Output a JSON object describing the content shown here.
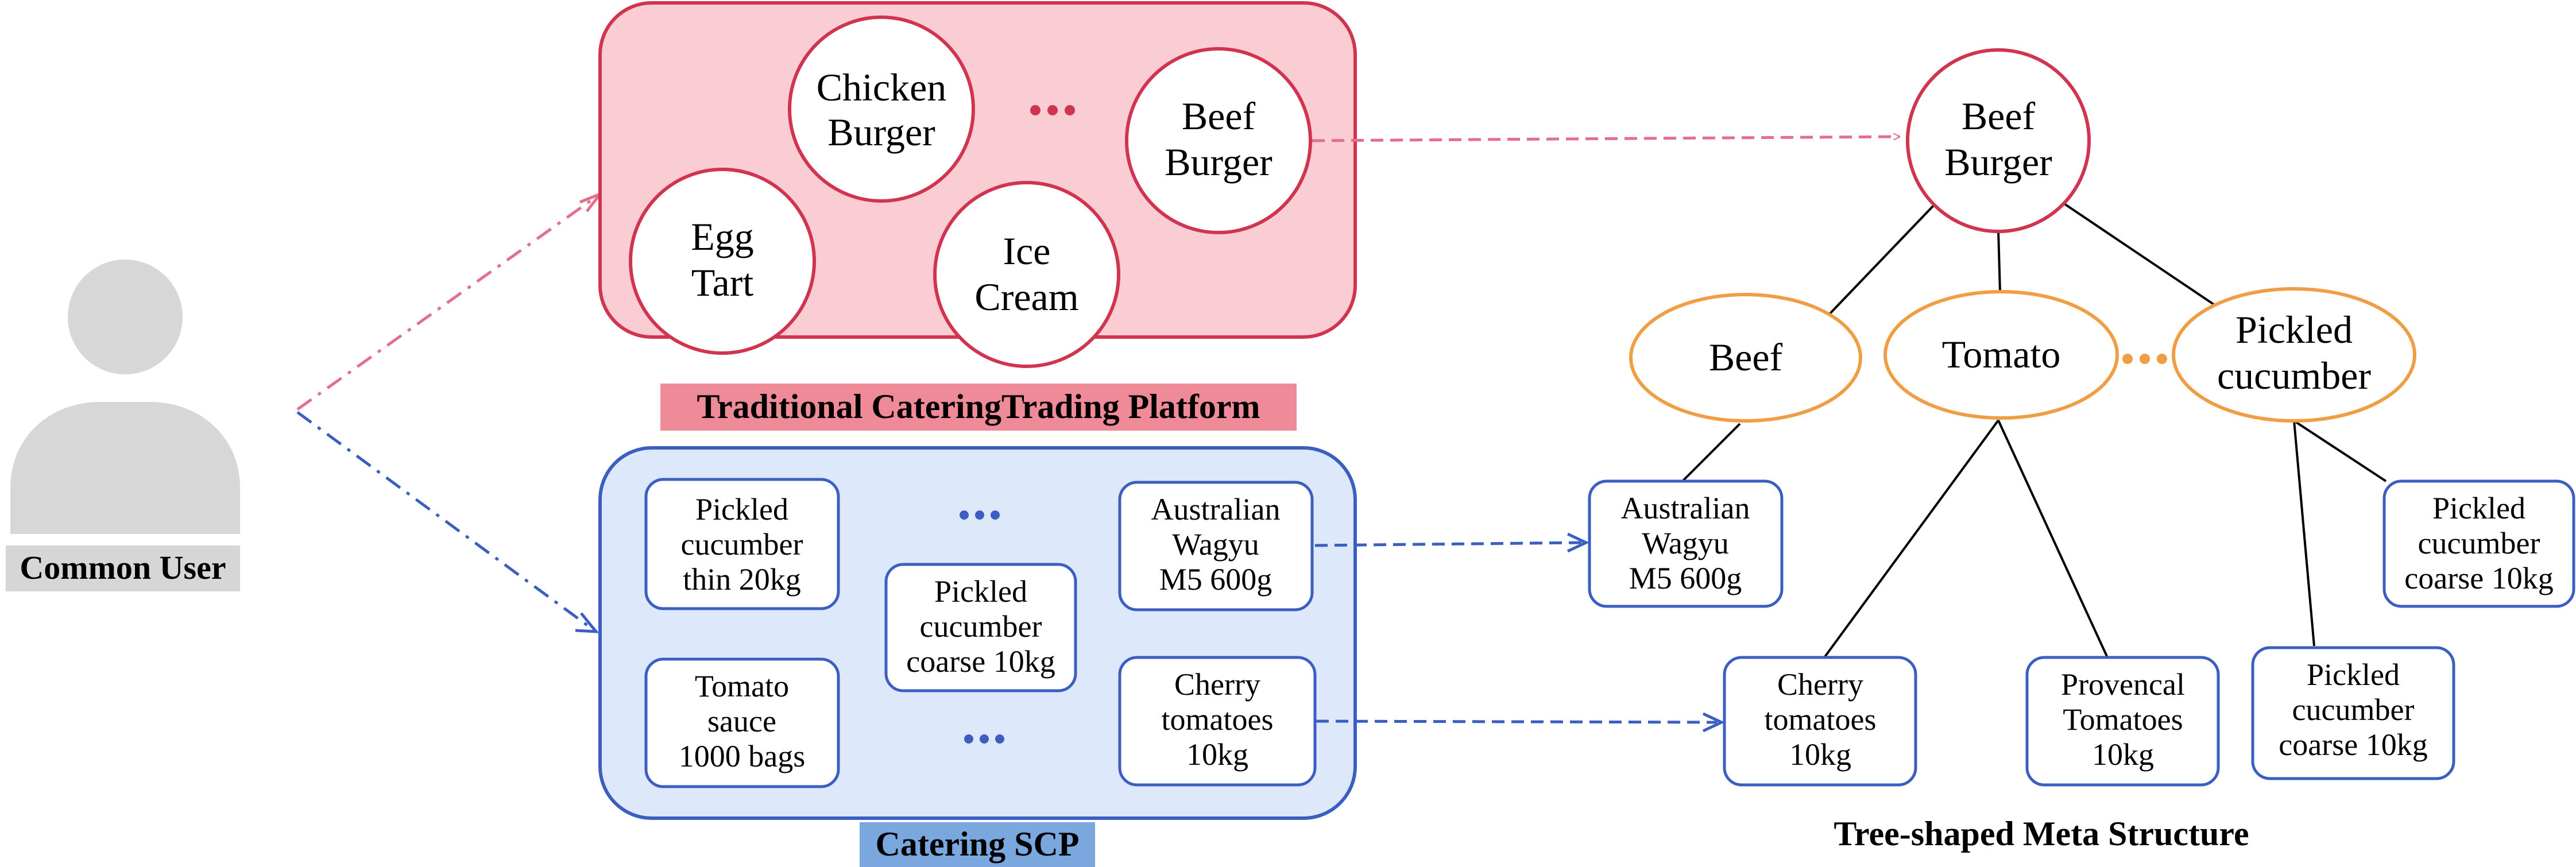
{
  "colors": {
    "red": "#d0344f",
    "red_light": "#e36f8c",
    "red_fill": "#f9cdd3",
    "red_label_bg": "#ef8b99",
    "blue": "#3b5fc0",
    "blue_fill": "#dde9fa",
    "blue_label_bg": "#7ba7df",
    "orange": "#ef9e45",
    "gray_user": "#d7d7d7",
    "gray_label_bg": "#d6d6d6",
    "black": "#000000"
  },
  "user": {
    "icon": "person-icon",
    "label": "Common User"
  },
  "platform": {
    "label": "Traditional CateringTrading Platform",
    "items": {
      "chicken_burger": [
        "Chicken",
        "Burger"
      ],
      "beef_burger": [
        "Beef",
        "Burger"
      ],
      "egg_tart": [
        "Egg",
        "Tart"
      ],
      "ice_cream": [
        "Ice",
        "Cream"
      ]
    },
    "ellipsis": "…"
  },
  "scp": {
    "label": "Catering SCP",
    "items": {
      "pickled_thin": [
        "Pickled",
        "cucumber",
        "thin 20kg"
      ],
      "pickled_coarse": [
        "Pickled",
        "cucumber",
        "coarse 10kg"
      ],
      "wagyu": [
        "Australian",
        "Wagyu",
        "M5 600g"
      ],
      "tomato_sauce": [
        "Tomato",
        "sauce",
        "1000 bags"
      ],
      "cherry": [
        "Cherry",
        "tomatoes",
        "10kg"
      ]
    }
  },
  "tree": {
    "label": "Tree-shaped Meta Structure",
    "root": [
      "Beef",
      "Burger"
    ],
    "categories": {
      "beef": [
        "Beef"
      ],
      "tomato": [
        "Tomato"
      ],
      "pickled": [
        "Pickled",
        "cucumber"
      ]
    },
    "leaves": {
      "wagyu": [
        "Australian",
        "Wagyu",
        "M5 600g"
      ],
      "cherry": [
        "Cherry",
        "tomatoes",
        "10kg"
      ],
      "provencal": [
        "Provencal",
        "Tomatoes",
        "10kg"
      ],
      "pickled_a": [
        "Pickled",
        "cucumber",
        "coarse 10kg"
      ],
      "pickled_b": [
        "Pickled",
        "cucumber",
        "coarse 10kg"
      ]
    }
  }
}
